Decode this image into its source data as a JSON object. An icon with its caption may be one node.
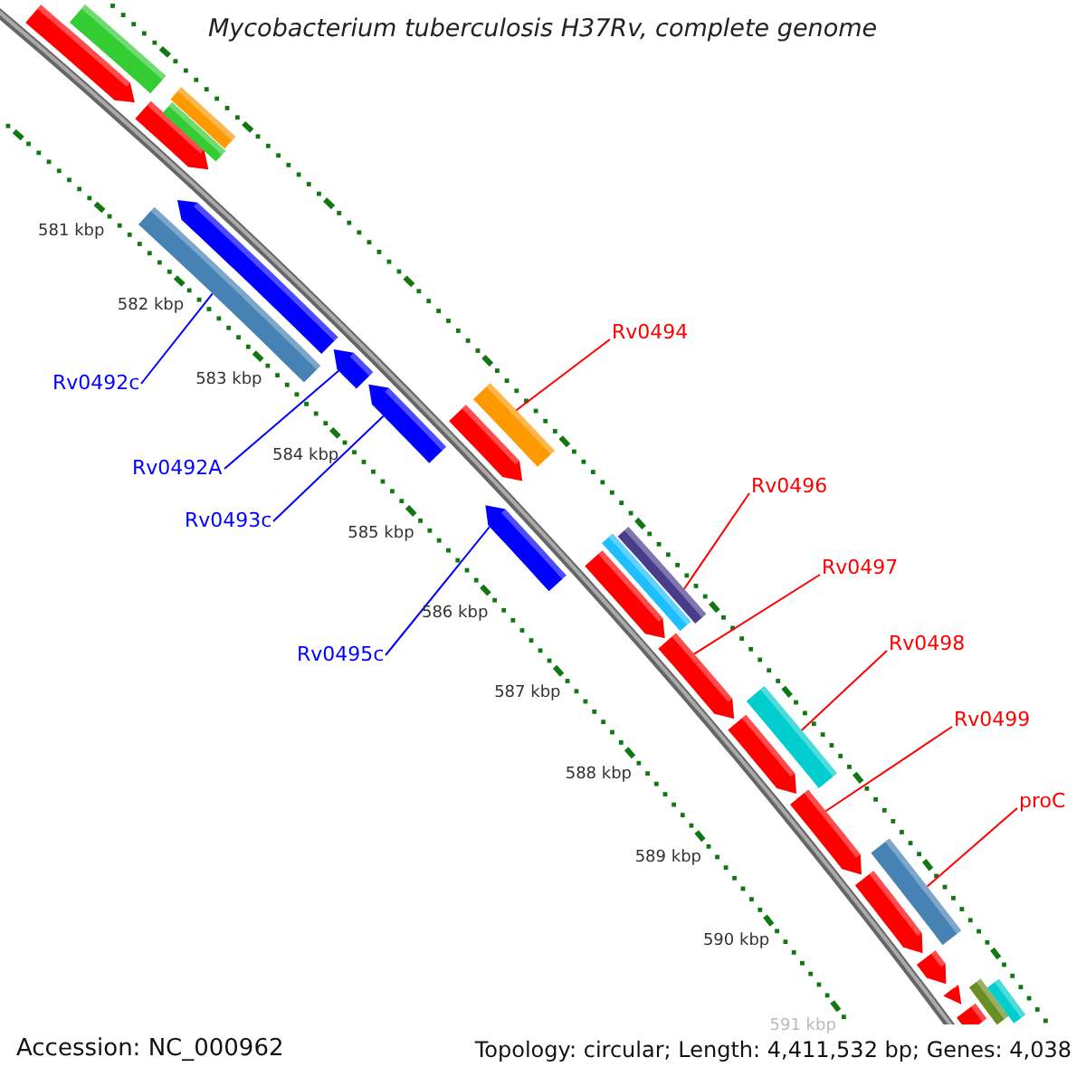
{
  "diagram": {
    "title": "Mycobacterium tuberculosis H37Rv, complete genome",
    "nodes": [
      {
        "text": [
          "Rv0494"
        ]
      },
      {
        "text": [
          "Rv0492c"
        ]
      },
      {
        "text": [
          "Rv0492A"
        ]
      },
      {
        "text": [
          "Rv0496"
        ]
      },
      {
        "text": [
          "Rv0493c"
        ]
      },
      {
        "text": [
          "Rv0497"
        ]
      },
      {
        "text": [
          "Rv0498"
        ]
      },
      {
        "text": [
          "Rv0495c"
        ]
      },
      {
        "text": [
          "Rv0499"
        ]
      },
      {
        "text": [
          "proC"
        ]
      },
      {
        "text": [],
        "shape": "bar"
      },
      {
        "text": [],
        "shape": "arrow"
      },
      {
        "text": [],
        "shape": "arrow"
      },
      {
        "text": [],
        "shape": "bar"
      },
      {
        "text": [],
        "shape": "bar"
      },
      {
        "text": [],
        "shape": "bar"
      },
      {
        "text": [],
        "shape": "arrow"
      },
      {
        "text": [],
        "shape": "arrow"
      },
      {
        "text": [],
        "shape": "arrow"
      },
      {
        "text": [],
        "shape": "arrow"
      },
      {
        "text": [],
        "shape": "bar"
      },
      {
        "text": [],
        "shape": "arrow"
      },
      {
        "text": [],
        "shape": "bar"
      },
      {
        "text": [],
        "shape": "arrow"
      },
      {
        "text": [],
        "shape": "bar"
      },
      {
        "text": [],
        "shape": "arrow"
      },
      {
        "text": [],
        "shape": "bar"
      },
      {
        "text": [],
        "shape": "arrow"
      },
      {
        "text": [],
        "shape": "arrow"
      },
      {
        "text": [],
        "shape": "bar"
      },
      {
        "text": [],
        "shape": "arrow"
      },
      {
        "text": [],
        "shape": "arrow"
      },
      {
        "text": [],
        "shape": "arrow"
      },
      {
        "text": [],
        "shape": "bar"
      },
      {
        "text": [],
        "shape": "bar"
      },
      {
        "text": [],
        "shape": "arrow"
      }
    ],
    "edges": [
      {
        "from": 0,
        "to": 20,
        "arrow": "none"
      },
      {
        "from": 1,
        "to": 15,
        "arrow": "none",
        "color": "#0000ff"
      },
      {
        "from": 2,
        "to": 17,
        "arrow": "none",
        "color": "#0000ff"
      },
      {
        "from": 3,
        "to": 24,
        "arrow": "none"
      },
      {
        "from": 4,
        "to": 18,
        "arrow": "none",
        "color": "#0000ff"
      },
      {
        "from": 5,
        "to": 25,
        "arrow": "none"
      },
      {
        "from": 6,
        "to": 26,
        "arrow": "none"
      },
      {
        "from": 7,
        "to": 21,
        "arrow": "none",
        "color": "#0000ff"
      },
      {
        "from": 8,
        "to": 28,
        "arrow": "none"
      },
      {
        "from": 9,
        "to": 29,
        "arrow": "none"
      }
    ],
    "labels": [
      "581 kbp",
      "582 kbp",
      "583 kbp",
      "584 kbp",
      "585 kbp",
      "586 kbp",
      "587 kbp",
      "588 kbp",
      "589 kbp",
      "590 kbp",
      "591 kbp",
      "Accession: NC_000962",
      "Topology: circular; Length: 4,411,532 bp; Genes: 4,038"
    ]
  }
}
